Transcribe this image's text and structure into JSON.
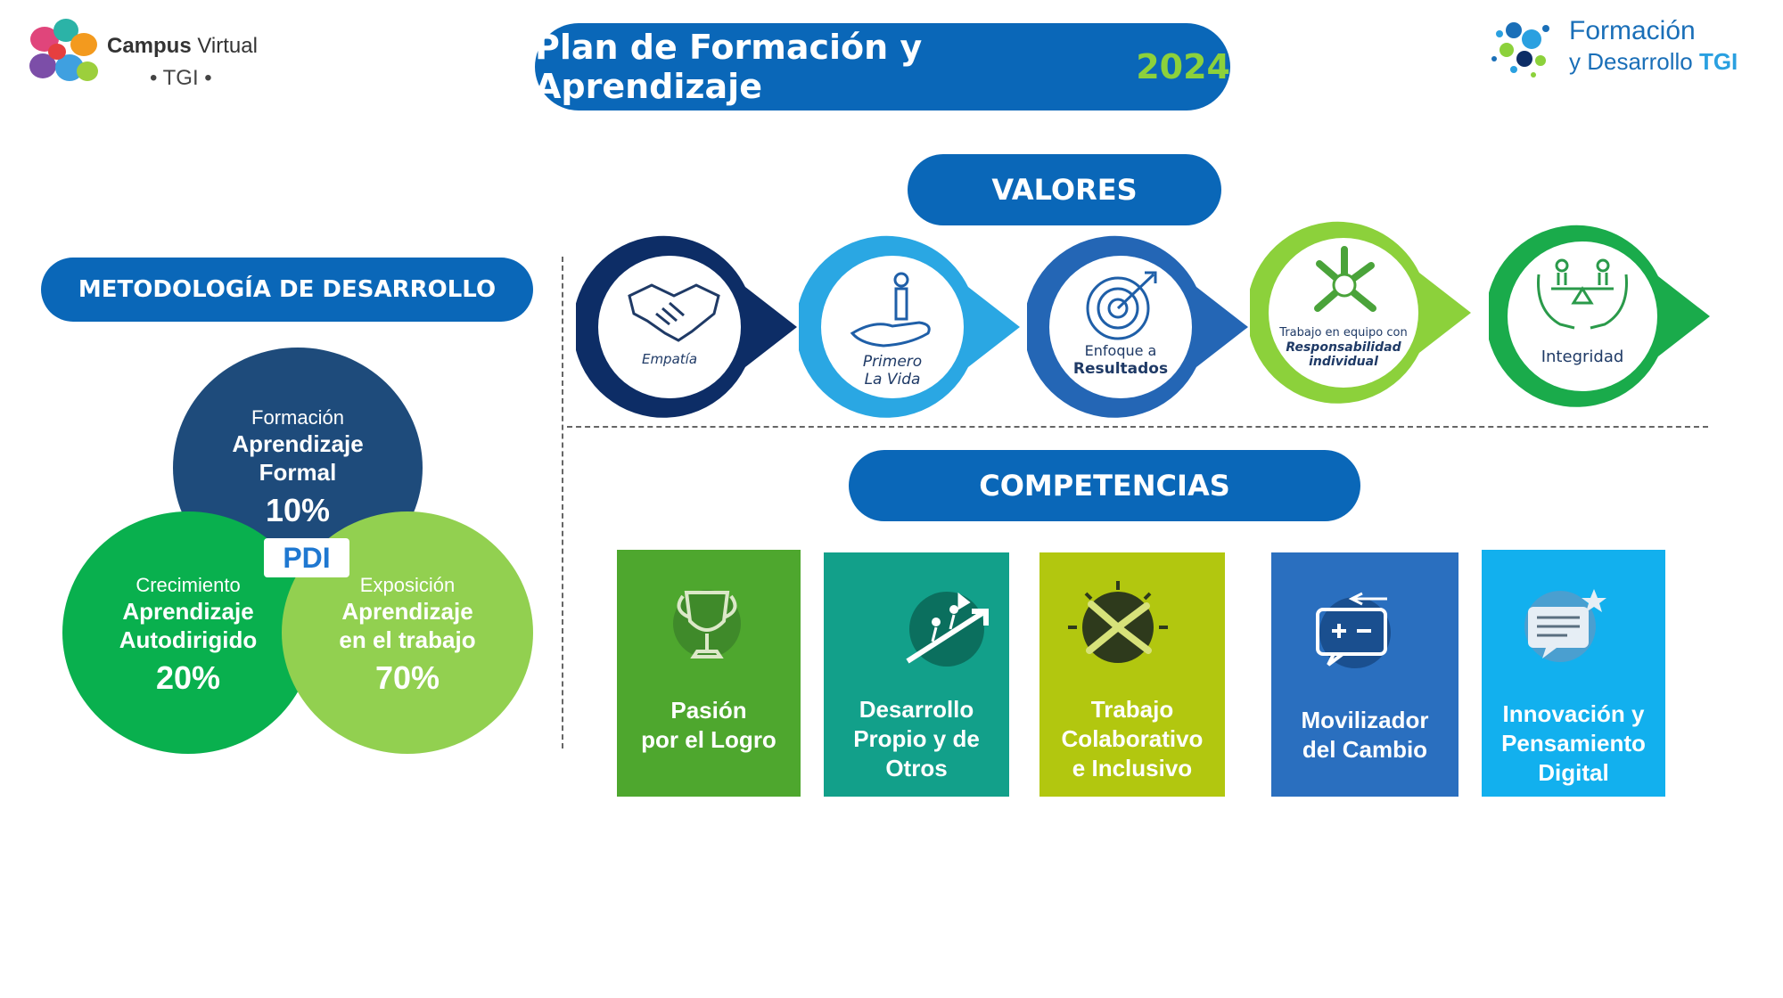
{
  "header": {
    "title": "Plan de Formación y Aprendizaje",
    "year": "2024",
    "logo_left": {
      "brand": "Campus",
      "brand_rest": "Virtual",
      "sub": "• TGI •"
    },
    "logo_right": {
      "line1": "Formación",
      "line2": "y Desarrollo",
      "line2_accent": "TGI"
    }
  },
  "metodologia": {
    "title": "METODOLOGÍA DE DESARROLLO",
    "center": "PDI",
    "circles": [
      {
        "small": "Formación",
        "big1": "Aprendizaje",
        "big2": "Formal",
        "pct": "10%",
        "color": "#1e4b7b"
      },
      {
        "small": "Crecimiento",
        "big1": "Aprendizaje",
        "big2": "Autodirigido",
        "pct": "20%",
        "color": "#09b04e"
      },
      {
        "small": "Exposición",
        "big1": "Aprendizaje",
        "big2": "en el trabajo",
        "pct": "70%",
        "color": "#92d050"
      }
    ]
  },
  "valores": {
    "title": "VALORES",
    "items": [
      {
        "line1": "Empatía",
        "line2": "",
        "icon": "handshake-icon",
        "color": "#0d2d66"
      },
      {
        "line1": "Primero",
        "line2": "La Vida",
        "icon": "hand-person-icon",
        "color": "#2aa7e3"
      },
      {
        "line1": "Enfoque a",
        "line2": "Resultados",
        "icon": "target-icon",
        "color": "#2466b5"
      },
      {
        "line1": "Trabajo en equipo con",
        "line2": "Responsabilidad",
        "line3": "individual",
        "icon": "team-hands-icon",
        "color": "#8cd13b"
      },
      {
        "line1": "Integridad",
        "line2": "",
        "icon": "balance-icon",
        "color": "#1aab4b"
      }
    ]
  },
  "competencias": {
    "title": "COMPETENCIAS",
    "items": [
      {
        "l1": "Pasión",
        "l2": "por el Logro",
        "l3": "",
        "icon": "trophy-icon",
        "color": "#4ea72e"
      },
      {
        "l1": "Desarrollo",
        "l2": "Propio y de",
        "l3": "Otros",
        "icon": "growth-icon",
        "color": "#12a08a"
      },
      {
        "l1": "Trabajo",
        "l2": "Colaborativo",
        "l3": "e Inclusivo",
        "icon": "united-hands-icon",
        "color": "#b2c70f"
      },
      {
        "l1": "Movilizador",
        "l2": "del Cambio",
        "l3": "",
        "icon": "change-icon",
        "color": "#2a6fbf"
      },
      {
        "l1": "Innovación y",
        "l2": "Pensamiento",
        "l3": "Digital",
        "icon": "innovation-icon",
        "color": "#12b0ee"
      }
    ]
  }
}
